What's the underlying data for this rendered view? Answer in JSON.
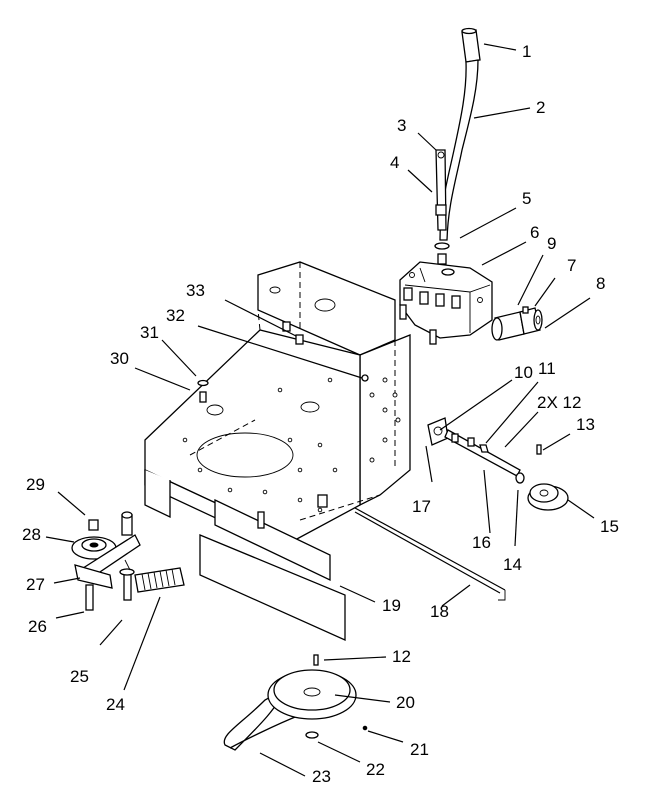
{
  "callouts": [
    {
      "id": "c1",
      "text": "1"
    },
    {
      "id": "c2",
      "text": "2"
    },
    {
      "id": "c3",
      "text": "3"
    },
    {
      "id": "c4",
      "text": "4"
    },
    {
      "id": "c5",
      "text": "5"
    },
    {
      "id": "c6",
      "text": "6"
    },
    {
      "id": "c9",
      "text": "9"
    },
    {
      "id": "c7",
      "text": "7"
    },
    {
      "id": "c8",
      "text": "8"
    },
    {
      "id": "c33",
      "text": "33"
    },
    {
      "id": "c32",
      "text": "32"
    },
    {
      "id": "c31",
      "text": "31"
    },
    {
      "id": "c30",
      "text": "30"
    },
    {
      "id": "c11",
      "text": "11"
    },
    {
      "id": "c10",
      "text": "10"
    },
    {
      "id": "c2x12",
      "text": "2X 12"
    },
    {
      "id": "c13",
      "text": "13"
    },
    {
      "id": "c17",
      "text": "17"
    },
    {
      "id": "c16",
      "text": "16"
    },
    {
      "id": "c14",
      "text": "14"
    },
    {
      "id": "c15",
      "text": "15"
    },
    {
      "id": "c29",
      "text": "29"
    },
    {
      "id": "c28",
      "text": "28"
    },
    {
      "id": "c27",
      "text": "27"
    },
    {
      "id": "c26",
      "text": "26"
    },
    {
      "id": "c25",
      "text": "25"
    },
    {
      "id": "c24",
      "text": "24"
    },
    {
      "id": "c19",
      "text": "19"
    },
    {
      "id": "c18",
      "text": "18"
    },
    {
      "id": "c12b",
      "text": "12"
    },
    {
      "id": "c20",
      "text": "20"
    },
    {
      "id": "c21",
      "text": "21"
    },
    {
      "id": "c22",
      "text": "22"
    },
    {
      "id": "c23",
      "text": "23"
    }
  ]
}
